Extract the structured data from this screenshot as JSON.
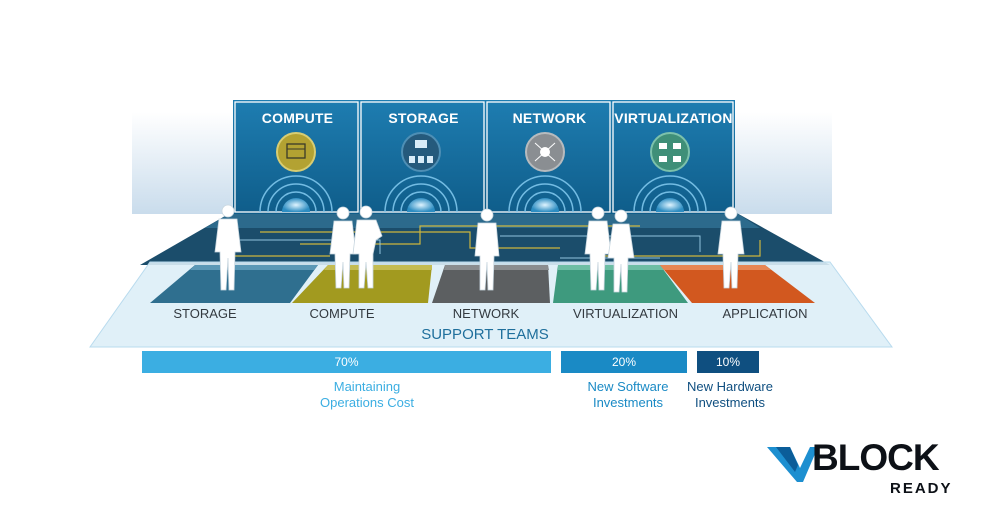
{
  "panels": [
    {
      "label": "COMPUTE",
      "icon": "server-rack-icon"
    },
    {
      "label": "STORAGE",
      "icon": "storage-tree-icon"
    },
    {
      "label": "NETWORK",
      "icon": "network-hub-icon"
    },
    {
      "label": "VIRTUALIZATION",
      "icon": "virtual-machines-icon"
    }
  ],
  "teams": [
    {
      "label": "STORAGE",
      "color": "#2f6f8f"
    },
    {
      "label": "COMPUTE",
      "color": "#a29a1f"
    },
    {
      "label": "NETWORK",
      "color": "#5c5f61"
    },
    {
      "label": "VIRTUALIZATION",
      "color": "#3e9a7e"
    },
    {
      "label": "APPLICATION",
      "color": "#d2581f"
    }
  ],
  "support_label": "SUPPORT TEAMS",
  "budget": [
    {
      "value_label": "70%",
      "share": 0.7,
      "caption_line1": "Maintaining",
      "caption_line2": "Operations Cost",
      "color": "#3baee2",
      "caption_color": "#3baee2"
    },
    {
      "value_label": "20%",
      "share": 0.2,
      "caption_line1": "New Software",
      "caption_line2": "Investments",
      "color": "#1a8ac5",
      "caption_color": "#1a8ac5"
    },
    {
      "value_label": "10%",
      "share": 0.1,
      "caption_line1": "New Hardware",
      "caption_line2": "Investments",
      "color": "#0f4f80",
      "caption_color": "#0f4f80"
    }
  ],
  "logo": {
    "brand": "BLOCK",
    "sub": "READY",
    "accent": "#1d8fd0"
  }
}
